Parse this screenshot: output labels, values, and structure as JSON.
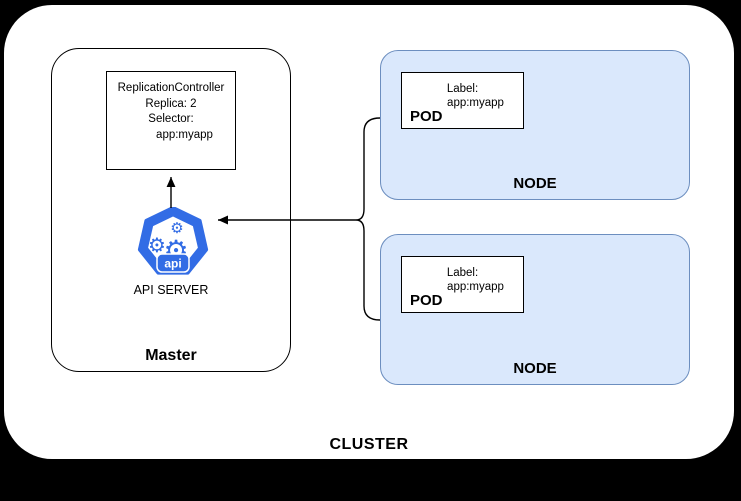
{
  "cluster": {
    "label": "CLUSTER"
  },
  "master": {
    "label": "Master",
    "replication_controller": {
      "lines": [
        "ReplicationController",
        "Replica: 2",
        "Selector:",
        "app:myapp"
      ]
    },
    "api_server": {
      "badge": "api",
      "label": "API SERVER"
    }
  },
  "nodes": [
    {
      "label": "NODE",
      "pod": {
        "title": "POD",
        "lines": [
          "Label:",
          "app:myapp"
        ]
      }
    },
    {
      "label": "NODE",
      "pod": {
        "title": "POD",
        "lines": [
          "Label:",
          "app:myapp"
        ]
      }
    }
  ],
  "icons": {
    "api_server_icon": "kubernetes-heptagon-gears-icon"
  },
  "colors": {
    "background": "#000000",
    "canvas": "#ffffff",
    "node_fill": "#dae8fc",
    "node_border": "#6c8ebf",
    "kubernetes_blue": "#326ce5",
    "line": "#000000"
  }
}
